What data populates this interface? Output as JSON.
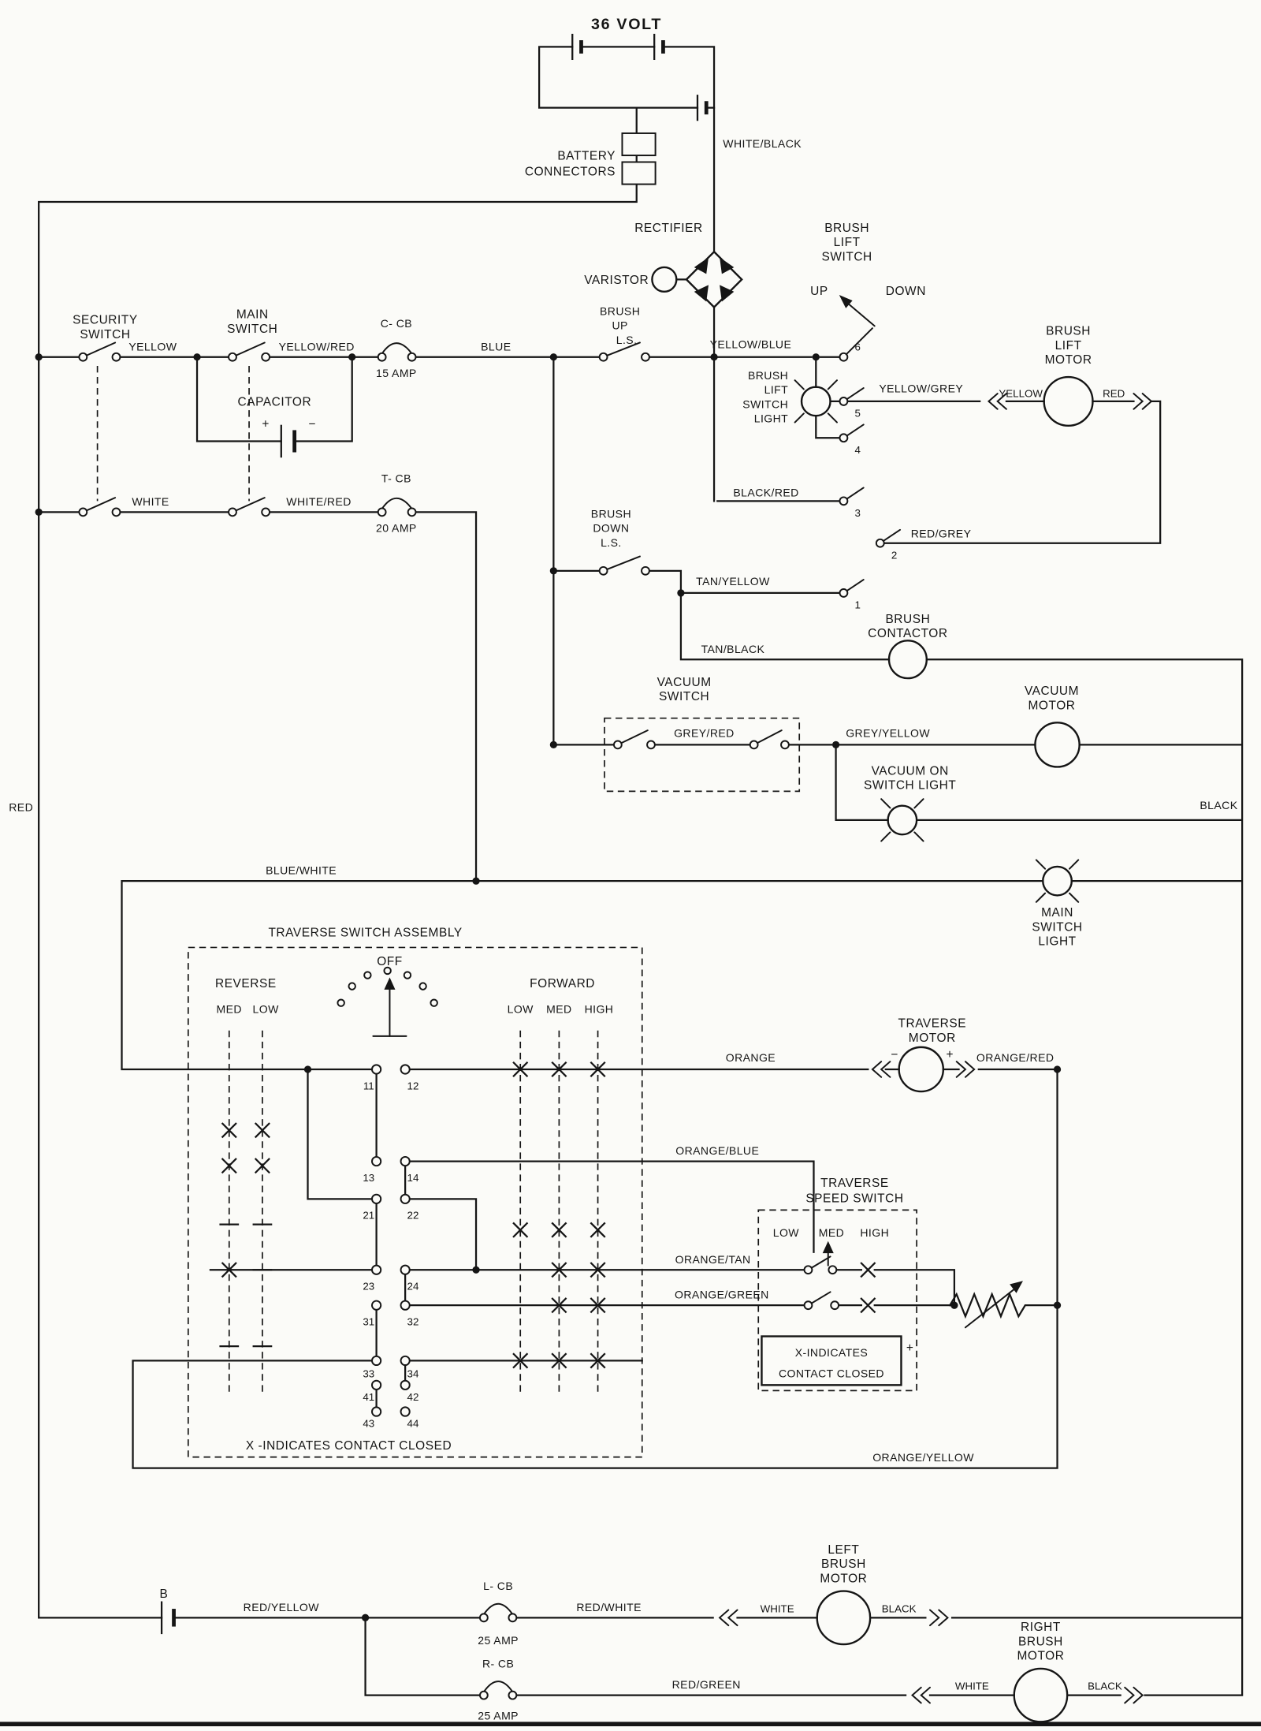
{
  "title": "36 VOLT",
  "power": {
    "battery_connectors": [
      "BATTERY",
      "CONNECTORS"
    ],
    "white_black": "WHITE/BLACK",
    "rectifier": "RECTIFIER",
    "varistor": "VARISTOR",
    "battery_b": "B",
    "rail_red": "RED",
    "rail_black": "BLACK"
  },
  "switches": {
    "security": [
      "SECURITY",
      "SWITCH"
    ],
    "main": [
      "MAIN",
      "SWITCH"
    ],
    "brush_lift": [
      "BRUSH",
      "LIFT",
      "SWITCH"
    ],
    "up": "UP",
    "down": "DOWN",
    "brush_up_ls": [
      "BRUSH",
      "UP",
      "L.S."
    ],
    "brush_down_ls": [
      "BRUSH",
      "DOWN",
      "L.S."
    ],
    "vacuum": [
      "VACUUM",
      "SWITCH"
    ],
    "brush_lift_contacts": [
      "6",
      "5",
      "4",
      "3",
      "2",
      "1"
    ]
  },
  "capacitor": {
    "label": "CAPACITOR",
    "plus": "+",
    "minus": "−"
  },
  "breakers": {
    "c_cb": "C- CB",
    "c_amp": "15 AMP",
    "t_cb": "T- CB",
    "t_amp": "20 AMP",
    "l_cb": "L- CB",
    "l_amp": "25 AMP",
    "r_cb": "R- CB",
    "r_amp": "25 AMP"
  },
  "motors": {
    "brush_lift": [
      "BRUSH",
      "LIFT",
      "MOTOR"
    ],
    "vacuum": [
      "VACUUM",
      "MOTOR"
    ],
    "traverse": [
      "TRAVERSE",
      "MOTOR"
    ],
    "left_brush": [
      "LEFT",
      "BRUSH",
      "MOTOR"
    ],
    "right_brush": [
      "RIGHT",
      "BRUSH",
      "MOTOR"
    ],
    "minus": "−",
    "plus": "+"
  },
  "lights": {
    "brush_lift_switch": [
      "BRUSH",
      "LIFT",
      "SWITCH",
      "LIGHT"
    ],
    "vacuum_on": [
      "VACUUM ON",
      "SWITCH LIGHT"
    ],
    "main_switch": [
      "MAIN",
      "SWITCH",
      "LIGHT"
    ]
  },
  "contactor": [
    "BRUSH",
    "CONTACTOR"
  ],
  "wires": {
    "yellow": "YELLOW",
    "yellow_red": "YELLOW/RED",
    "blue": "BLUE",
    "yellow_blue": "YELLOW/BLUE",
    "yellow_grey": "YELLOW/GREY",
    "motor_yellow": "YELLOW",
    "motor_red": "RED",
    "red_grey": "RED/GREY",
    "white": "WHITE",
    "white_red": "WHITE/RED",
    "black_red": "BLACK/RED",
    "tan_yellow": "TAN/YELLOW",
    "tan_black": "TAN/BLACK",
    "grey_red": "GREY/RED",
    "grey_yellow": "GREY/YELLOW",
    "blue_white": "BLUE/WHITE",
    "orange": "ORANGE",
    "orange_red": "ORANGE/RED",
    "orange_blue": "ORANGE/BLUE",
    "orange_tan": "ORANGE/TAN",
    "orange_green": "ORANGE/GREEN",
    "orange_yellow": "ORANGE/YELLOW",
    "red_yellow": "RED/YELLOW",
    "red_white": "RED/WHITE",
    "red_green": "RED/GREEN",
    "lb_white": "WHITE",
    "lb_black": "BLACK",
    "rb_white": "WHITE",
    "rb_black": "BLACK"
  },
  "traverse_assembly": {
    "title": "TRAVERSE SWITCH ASSEMBLY",
    "off": "OFF",
    "reverse": "REVERSE",
    "forward": "FORWARD",
    "rev_speeds": [
      "MED",
      "LOW"
    ],
    "fwd_speeds": [
      "LOW",
      "MED",
      "HIGH"
    ],
    "contacts": [
      "11",
      "12",
      "13",
      "14",
      "21",
      "22",
      "23",
      "24",
      "31",
      "32",
      "33",
      "34",
      "41",
      "42",
      "43",
      "44"
    ],
    "note": "X -INDICATES CONTACT CLOSED"
  },
  "speed_switch": {
    "title": [
      "TRAVERSE",
      "SPEED SWITCH"
    ],
    "speeds": [
      "LOW",
      "MED",
      "HIGH"
    ],
    "note": [
      "X-INDICATES",
      "CONTACT CLOSED"
    ],
    "plus": "+"
  }
}
